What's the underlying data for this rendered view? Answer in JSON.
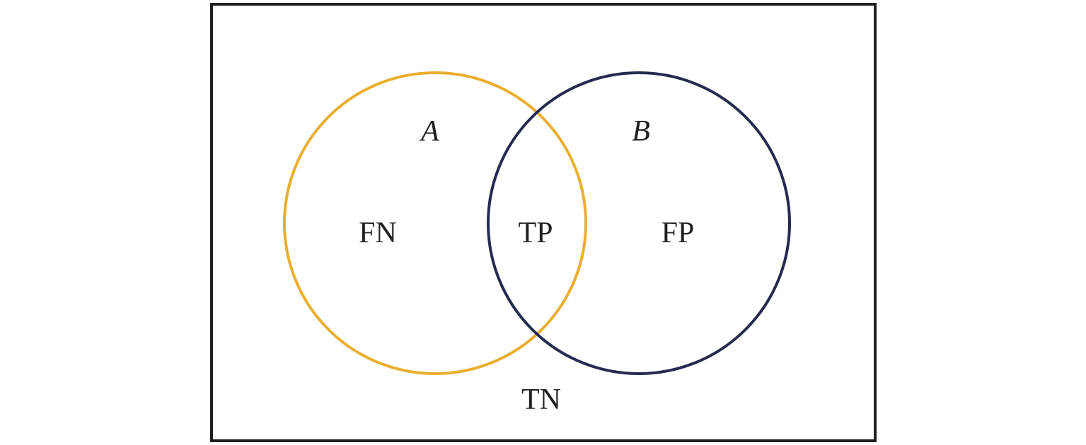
{
  "colors": {
    "background": "#ffffff",
    "frame": "#231f20",
    "set_a_stroke": "#eaae2f",
    "set_b_stroke": "#272a4f",
    "text": "#231f20"
  },
  "sets": {
    "a": {
      "label": "A"
    },
    "b": {
      "label": "B"
    }
  },
  "regions": {
    "a_only": "FN",
    "intersection": "TP",
    "b_only": "FP",
    "outside": "TN"
  }
}
